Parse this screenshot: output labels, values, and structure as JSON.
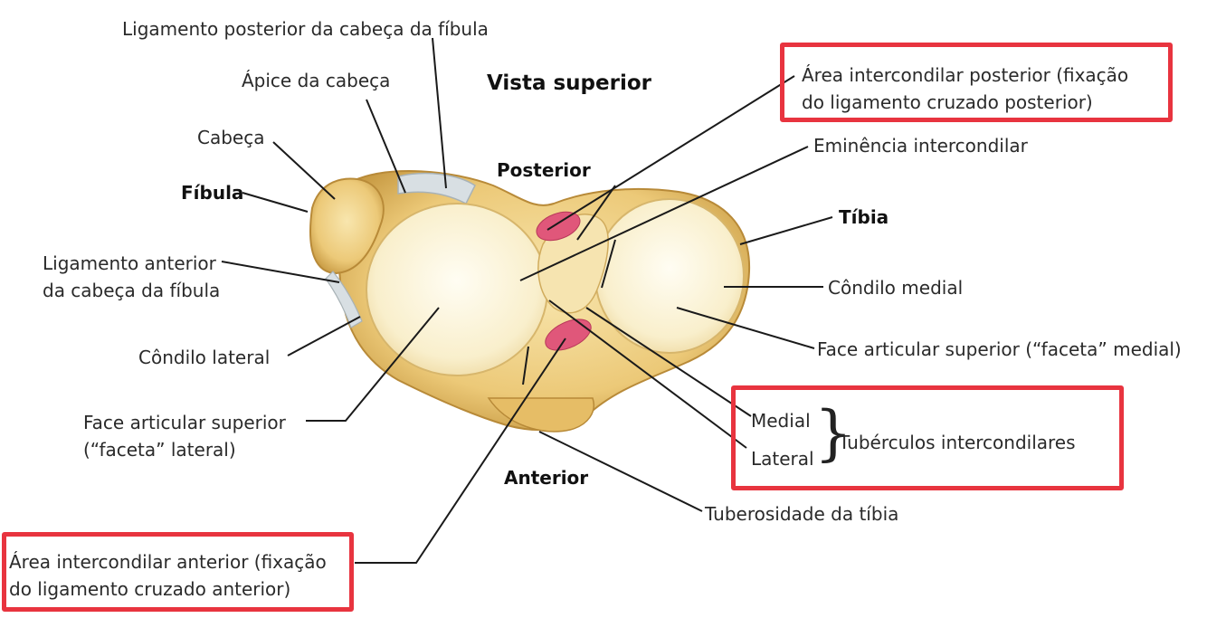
{
  "labels": {
    "fibular_head_posterior_ligament": "Ligamento posterior da cabeça da fíbula",
    "apex_of_head": "Ápice da cabeça",
    "view_title": "Vista superior",
    "posterior": "Posterior",
    "anterior": "Anterior",
    "head": "Cabeça",
    "fibula": "Fíbula",
    "tibia": "Tíbia",
    "anterior_ligament_line1": "Ligamento anterior",
    "anterior_ligament_line2": "da cabeça da fíbula",
    "lateral_condyle": "Côndilo lateral",
    "medial_condyle": "Côndilo medial",
    "lateral_facet_line1": "Face articular superior",
    "lateral_facet_line2": "(“faceta” lateral)",
    "medial_facet": "Face articular superior (“faceta” medial)",
    "posterior_area_line1": "Área intercondilar posterior (fixação",
    "posterior_area_line2": "do ligamento cruzado posterior)",
    "intercondylar_eminence": "Eminência intercondilar",
    "medial": "Medial",
    "lateral": "Lateral",
    "intercondylar_tubercles": "Tubérculos intercondilares",
    "tibial_tuberosity": "Tuberosidade da tíbia",
    "anterior_area_line1": "Área intercondilar anterior (fixação",
    "anterior_area_line2": "do ligamento cruzado anterior)"
  },
  "colors": {
    "highlight_box": "#e8343f",
    "bone": "#f1d690",
    "bone_shadow": "#c9a24a",
    "cartilage": "#fbf3d6",
    "ligament_attachment": "#e0577a",
    "leader_line": "#1a1a1a"
  }
}
